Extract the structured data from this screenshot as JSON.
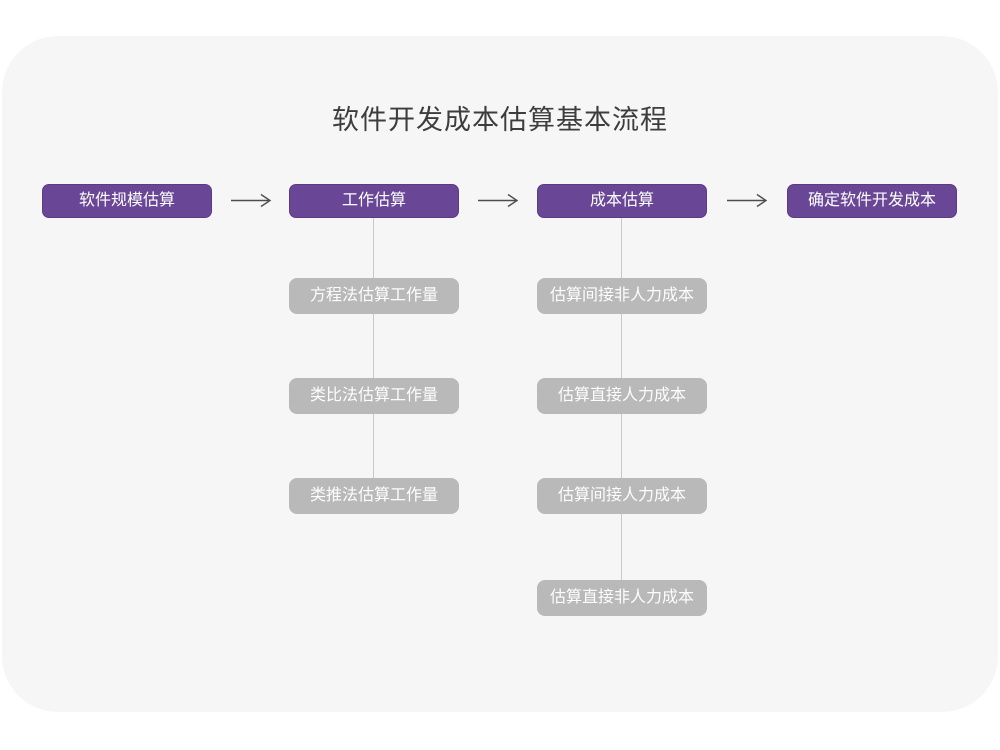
{
  "page": {
    "title": "软件开发成本估算基本流程"
  },
  "flow": {
    "main_steps": [
      {
        "id": "software-scale-estimation",
        "label": "软件规模估算"
      },
      {
        "id": "work-estimation",
        "label": "工作估算"
      },
      {
        "id": "cost-estimation",
        "label": "成本估算"
      },
      {
        "id": "determine-software-dev-cost",
        "label": "确定软件开发成本"
      }
    ],
    "work_substeps": [
      {
        "label": "方程法估算工作量"
      },
      {
        "label": "类比法估算工作量"
      },
      {
        "label": "类推法估算工作量"
      }
    ],
    "cost_substeps": [
      {
        "label": "估算间接非人力成本"
      },
      {
        "label": "估算直接人力成本"
      },
      {
        "label": "估算间接人力成本"
      },
      {
        "label": "估算直接非人力成本"
      }
    ],
    "colors": {
      "main_box_fill": "#6a4796",
      "main_box_border": "#5c3a85",
      "main_box_text": "#ffffff",
      "sub_box_fill": "#b9b9b9",
      "sub_box_text": "#fdfdfd",
      "canvas_bg": "#f6f6f7",
      "page_bg": "#ffffff",
      "arrow_stroke": "#4d4d4d",
      "connector_stroke": "#c9c9c9",
      "title_text": "#3d3d3d"
    }
  }
}
